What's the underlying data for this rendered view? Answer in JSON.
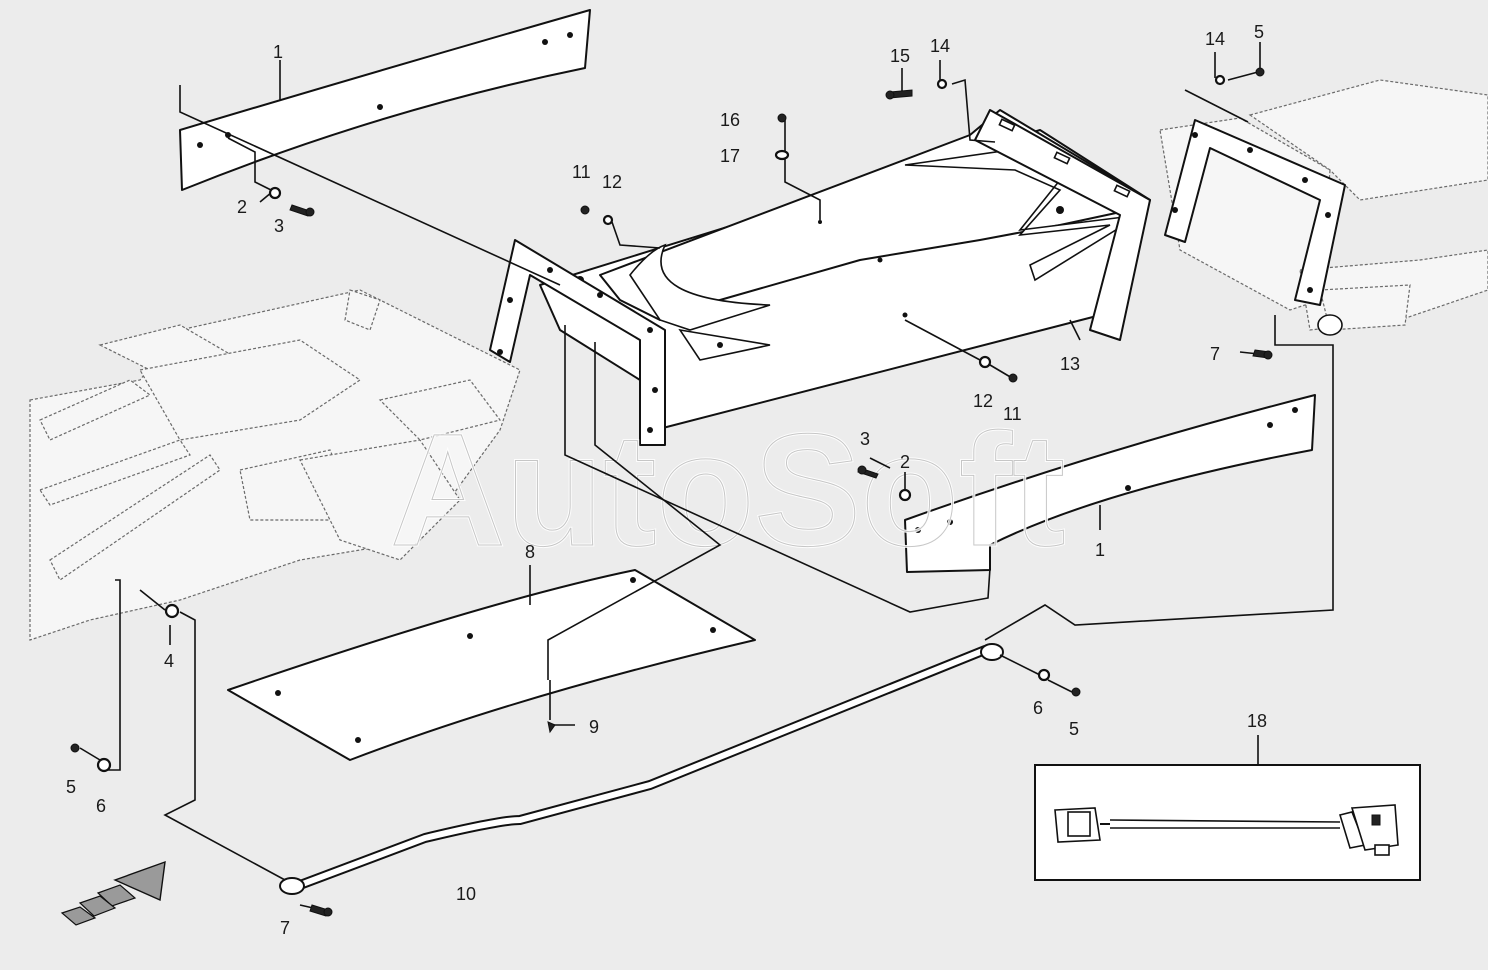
{
  "watermark": "AutoSoft",
  "callouts": [
    {
      "id": "c1a",
      "label": "1"
    },
    {
      "id": "c2a",
      "label": "2"
    },
    {
      "id": "c3a",
      "label": "3"
    },
    {
      "id": "c11a",
      "label": "11"
    },
    {
      "id": "c12a",
      "label": "12"
    },
    {
      "id": "c16",
      "label": "16"
    },
    {
      "id": "c17",
      "label": "17"
    },
    {
      "id": "c15",
      "label": "15"
    },
    {
      "id": "c14a",
      "label": "14"
    },
    {
      "id": "c14b",
      "label": "14"
    },
    {
      "id": "c5a",
      "label": "5"
    },
    {
      "id": "c13",
      "label": "13"
    },
    {
      "id": "c12b",
      "label": "12"
    },
    {
      "id": "c11b",
      "label": "11"
    },
    {
      "id": "c7a",
      "label": "7"
    },
    {
      "id": "c3b",
      "label": "3"
    },
    {
      "id": "c2b",
      "label": "2"
    },
    {
      "id": "c1b",
      "label": "1"
    },
    {
      "id": "c8",
      "label": "8"
    },
    {
      "id": "c4",
      "label": "4"
    },
    {
      "id": "c9",
      "label": "9"
    },
    {
      "id": "c6a",
      "label": "6"
    },
    {
      "id": "c5b",
      "label": "5"
    },
    {
      "id": "c5c",
      "label": "5"
    },
    {
      "id": "c6b",
      "label": "6"
    },
    {
      "id": "c10",
      "label": "10"
    },
    {
      "id": "c7b",
      "label": "7"
    },
    {
      "id": "c18",
      "label": "18"
    }
  ]
}
